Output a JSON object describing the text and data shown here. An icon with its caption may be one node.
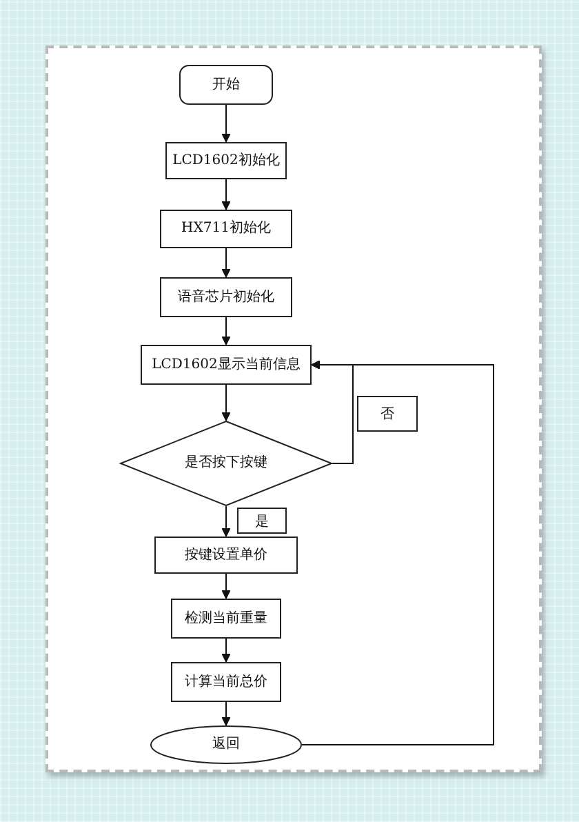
{
  "diagram": {
    "nodes": [
      {
        "text": [
          "开始"
        ]
      },
      {
        "text": [
          "LCD1602初始化"
        ]
      },
      {
        "text": [
          "HX711初始化"
        ]
      },
      {
        "text": [
          "语音芯片初始化"
        ]
      },
      {
        "text": [
          "LCD1602显示当前信息"
        ]
      },
      {
        "text": [
          "是否按下按键"
        ]
      },
      {
        "text": [
          "按键设置单价"
        ]
      },
      {
        "text": [
          "检测当前重量"
        ]
      },
      {
        "text": [
          "计算当前总价"
        ]
      },
      {
        "text": [
          "返回"
        ]
      }
    ],
    "edges": [
      {
        "from": 0,
        "to": 1,
        "arrow": "to"
      },
      {
        "from": 1,
        "to": 2,
        "arrow": "to"
      },
      {
        "from": 2,
        "to": 3,
        "arrow": "to"
      },
      {
        "from": 3,
        "to": 4,
        "arrow": "to"
      },
      {
        "from": 4,
        "to": 5,
        "arrow": "to"
      },
      {
        "from": 5,
        "to": 4,
        "arrow": "to",
        "label": "否"
      },
      {
        "from": 5,
        "to": 6,
        "arrow": "to",
        "label": "是"
      },
      {
        "from": 6,
        "to": 7,
        "arrow": "to"
      },
      {
        "from": 7,
        "to": 8,
        "arrow": "to"
      },
      {
        "from": 8,
        "to": 9,
        "arrow": "to"
      },
      {
        "from": 9,
        "to": 4,
        "arrow": "to"
      }
    ]
  }
}
